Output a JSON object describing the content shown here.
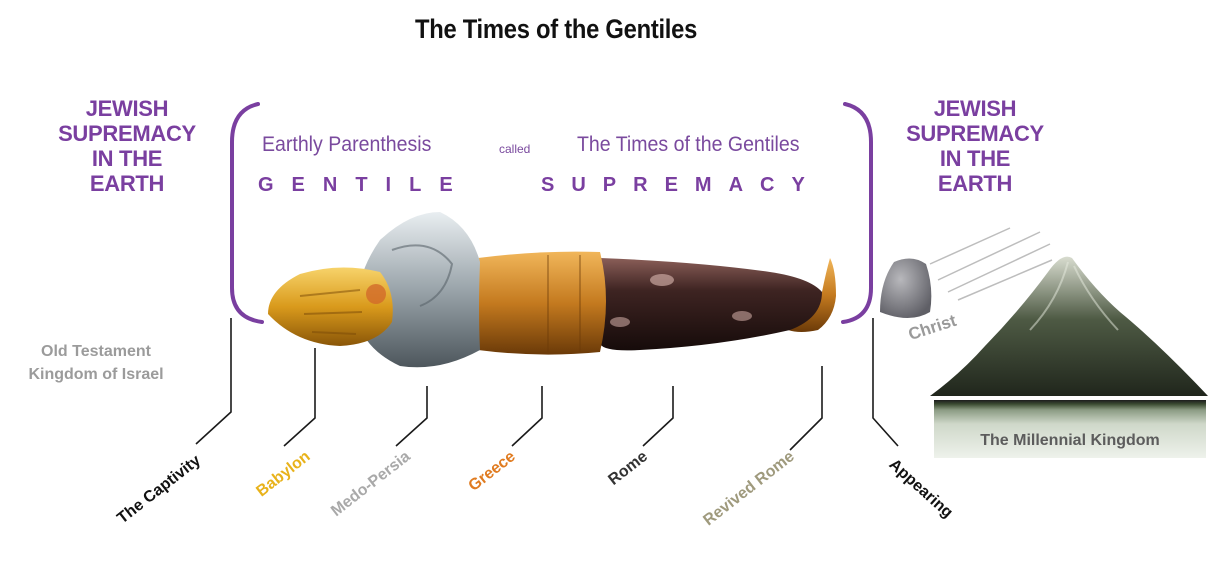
{
  "title": "The Times of the Gentiles",
  "jewish_left": [
    "JEWISH",
    "SUPREMACY",
    "IN THE",
    "EARTH"
  ],
  "jewish_right": [
    "JEWISH",
    "SUPREMACY",
    "IN THE",
    "EARTH"
  ],
  "parenthesis": {
    "earthly": "Earthly Parenthesis",
    "called": "called",
    "times": "The Times of the Gentiles",
    "gentile": "GENTILE",
    "supremacy": "SUPREMACY"
  },
  "old_testament": [
    "Old Testament",
    "Kingdom of Israel"
  ],
  "labels": {
    "captivity": "The Captivity",
    "babylon": "Babylon",
    "medo_persia": "Medo-Persia",
    "greece": "Greece",
    "rome": "Rome",
    "revived_rome": "Revived Rome",
    "appearing": "Appearing",
    "christ": "Christ",
    "millennial": "The Millennial Kingdom"
  },
  "colors": {
    "purple": "#7a3fa0",
    "babylon_gold": "#e8b21a",
    "medo_silver": "#a9a9a9",
    "greece_bronze": "#e07b20",
    "rome_iron": "#333333",
    "revived_clay": "#9f9a7d"
  }
}
